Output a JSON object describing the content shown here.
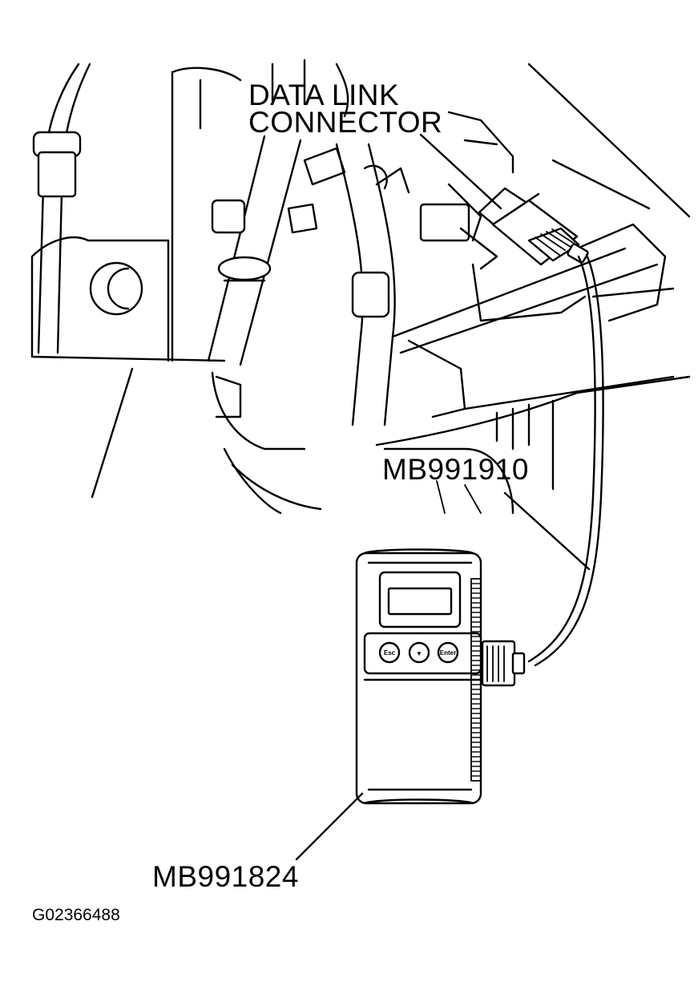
{
  "labels": {
    "connector": [
      "DATA LINK",
      "CONNECTOR"
    ],
    "cable": "MB991910",
    "tester": "MB991824",
    "figure_id": "G02366488"
  },
  "tester_buttons": [
    "Esc",
    "▼",
    "Enter"
  ],
  "colors": {
    "ink": "#000000",
    "background": "#ffffff"
  }
}
